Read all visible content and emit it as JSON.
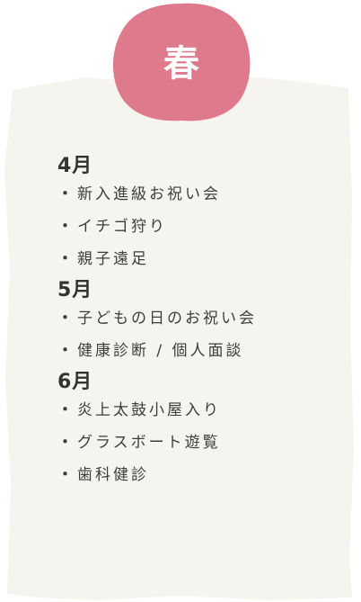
{
  "season": {
    "label": "春"
  },
  "colors": {
    "card_background": "#f6f4ef",
    "badge_fill": "#de7a8c",
    "badge_text": "#ffffff",
    "text": "#3b3b3b"
  },
  "bullet": "・",
  "months": [
    {
      "title": "4月",
      "events": [
        "新入進級お祝い会",
        "イチゴ狩り",
        "親子遠足"
      ]
    },
    {
      "title": "5月",
      "events": [
        "子どもの日のお祝い会",
        "健康診断 / 個人面談"
      ]
    },
    {
      "title": "6月",
      "events": [
        "炎上太鼓小屋入り",
        "グラスボート遊覧",
        "歯科健診"
      ]
    }
  ]
}
